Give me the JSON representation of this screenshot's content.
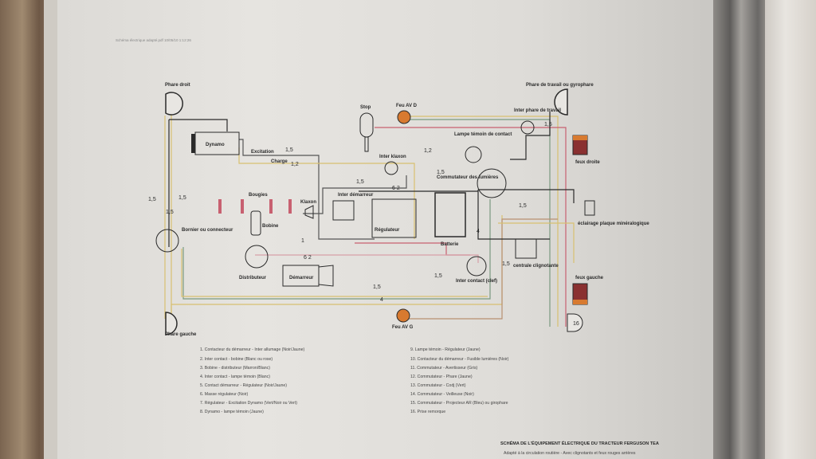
{
  "header": "Schéma électrique adapté.pdf   10/05/10   1:12:26",
  "components": {
    "phare_droit": "Phare droit",
    "phare_gauche": "Phare gauche",
    "dynamo": "Dynamo",
    "excitation": "Excitation",
    "charge": "Charge",
    "stop": "Stop",
    "feu_av_d": "Feu AV D",
    "feu_av_g": "Feu AV G",
    "lampe_temoin": "Lampe témoin de contact",
    "inter_klaxon": "Inter klaxon",
    "commutateur": "Commutateur des lumières",
    "phare_travail": "Phare de travail ou gyrophare",
    "inter_phare": "Inter phare de travail",
    "feux_droite": "feux droite",
    "feux_gauche": "feux gauche",
    "bougies": "Bougies",
    "bobine": "Bobine",
    "distributeur": "Distributeur",
    "klaxon": "Klaxon",
    "inter_demarreur": "Inter démarreur",
    "regulateur": "Régulateur",
    "batterie": "Batterie",
    "demarreur": "Démarreur",
    "bornier": "Bornier ou connecteur",
    "inter_contact": "Inter contact (clef)",
    "centrale": "centrale clignotante",
    "eclairage": "éclairage plaque minéralogique",
    "prise": "16"
  },
  "wire_sizes": [
    "1,5",
    "1,2",
    "1,5",
    "1,2",
    "1,5",
    "6 2",
    "1,5",
    "1,5",
    "1",
    "6 2",
    "1,5",
    "1,5",
    "4",
    "4",
    "1,5",
    "1,5",
    "1,5",
    "1,5"
  ],
  "legend": [
    "1. Contacteur du démarreur - Inter allumage (Noir/Jaune)",
    "2. Inter contact - bobine (Blanc ou rose)",
    "3. Bobine - distributeur (Marron/Blanc)",
    "4. Inter contact - lampe témoin (Blanc)",
    "5. Contact démarreur - Régulateur (Noir/Jaune)",
    "6. Masse régulateur (Noir)",
    "7. Régulateur - Excitation Dynamo (Vert/Noir ou Vert)",
    "8. Dynamo - lampe témoin (Jaune)",
    "9. Lampe témoin - Régulateur (Jaune)",
    "10. Contacteur du démarreur - Fusible lumières (Noir)",
    "11. Commutateur - Avertisseur (Gris)",
    "12. Commutateur - Phare (Jaune)",
    "13. Commutateur - Codj (Vert)",
    "14. Commutateur - Veilleuse (Noir)",
    "15. Commutateur - Projecteur AR (Bleu) ou girophare",
    "16. Prise remorque"
  ],
  "title": "SCHÉMA DE L'ÉQUIPEMENT ÉLECTRIQUE DU TRACTEUR FERGUSON TEA",
  "subtitle": "Adapté à la circulation routière - Avec clignotants et feux rouges arrières",
  "colors": {
    "yellow": "#d8c070",
    "green": "#7a9a80",
    "red": "#c86070",
    "black": "#2a2a2a",
    "orange": "#d87a30",
    "lamp_red": "#8a3030"
  }
}
